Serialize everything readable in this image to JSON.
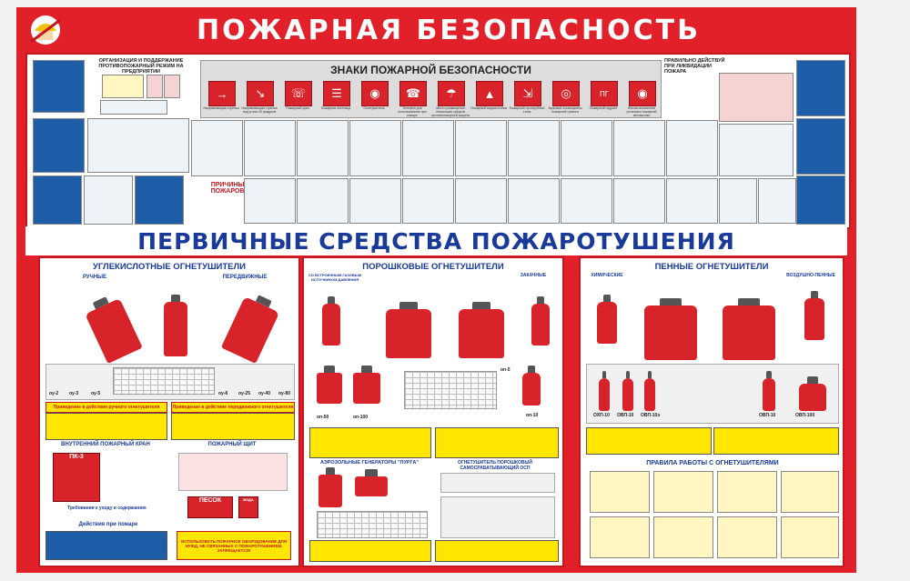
{
  "poster": {
    "title": "ПОЖАРНАЯ БЕЗОПАСНОСТЬ",
    "subtitle": "ПЕРВИЧНЫЕ СРЕДСТВА ПОЖАРОТУШЕНИЯ"
  },
  "top": {
    "left_head": "ОРГАНИЗАЦИЯ И ПОДДЕРЖАНИЕ ПРОТИВОПОЖАРНЫЙ РЕЖИМ НА ПРЕДПРИЯТИИ",
    "signs_title": "ЗНАКИ ПОЖАРНОЙ БЕЗОПАСНОСТИ",
    "right_head": "ПРАВИЛЬНО ДЕЙСТВУЙ ПРИ ЛИКВИДАЦИИ ПОЖАРА",
    "causes": "ПРИЧИНЫ ПОЖАРОВ",
    "sign_symbols": [
      "→",
      "↘",
      "☏",
      "☰",
      "◉",
      "☎",
      "☂",
      "▲",
      "⇲",
      "◎",
      "ПГ",
      "◉"
    ],
    "sign_captions": [
      "Направляющая стрелка",
      "Направляющая стрелка под углом 45 градусов",
      "Пожарный кран",
      "Пожарная лестница",
      "Огнетушитель",
      "Телефон для использования при пожаре",
      "Место размещения нескольких средств противопожарной защиты",
      "Пожарный водоисточник",
      "Пожарный сухотрубный стояк",
      "Звуковой оповещатель пожарной тревоги",
      "Пожарный гидрант",
      "Кнопка включения установок пожарной автоматики"
    ]
  },
  "columns": {
    "co2": {
      "head": "УГЛЕКИСЛОТНЫЕ ОГНЕТУШИТЕЛИ",
      "label_left": "РУЧНЫЕ",
      "label_right": "ПЕРЕДВИЖНЫЕ",
      "models": [
        "оу-2",
        "оу-3",
        "оу-5",
        "оу-8",
        "оу-25",
        "оу-40",
        "оу-80"
      ],
      "bar1": "Приведение в действие ручного огнетушителя",
      "bar2": "Приведение в действие передвижного огнетушителя",
      "hydrant_head": "ВНУТРЕННИЙ ПОЖАРНЫЙ КРАН",
      "pk": "ПК-3",
      "hydrant_note": "Требования к уходу и содержанию",
      "actions": "Действия при пожаре",
      "shield_head": "ПОЖАРНЫЙ ЩИТ",
      "sand": "ПЕСОК",
      "water": "ВОДА",
      "footer": "ИСПОЛЬЗОВАТЬ ПОЖАРНОЕ ОБОРУДОВАНИЕ ДЛЯ НУЖД, НЕ СВЯЗАННЫХ С ПОЖАРОТУШЕНИЕМ, ЗАПРЕЩАЕТСЯ!"
    },
    "powder": {
      "head": "ПОРОШКОВЫЕ ОГНЕТУШИТЕЛИ",
      "label_left": "СО ВСТРОЕННЫМ ГАЗОВЫМ ИСТОЧНИКОМ ДАВЛЕНИЯ",
      "label_right": "ЗАКАЧНЫЕ",
      "models": [
        "оп-50",
        "оп-100",
        "оп-5",
        "оп-10"
      ],
      "gen_head": "АЭРОЗОЛЬНЫЕ ГЕНЕРАТОРЫ \"ПУРГА\"",
      "auto_head": "ОГНЕТУШИТЕЛЬ ПОРОШКОВЫЙ САМОСРАБАТЫВАЮЩИЙ ОСП"
    },
    "foam": {
      "head": "ПЕННЫЕ ОГНЕТУШИТЕЛИ",
      "label_left": "ХИМИЧЕСКИЕ",
      "label_right": "ВОЗДУШНО-ПЕННЫЕ",
      "models": [
        "ОХП-10",
        "ОВП-10",
        "ОВП-10э",
        "ОВП-10",
        "ОВП-100"
      ],
      "rules_head": "ПРАВИЛА РАБОТЫ С ОГНЕТУШИТЕЛЯМИ"
    }
  },
  "colors": {
    "board_red": "#e2202a",
    "title_blue": "#1a3a9a",
    "warn_yellow": "#ffe600"
  }
}
